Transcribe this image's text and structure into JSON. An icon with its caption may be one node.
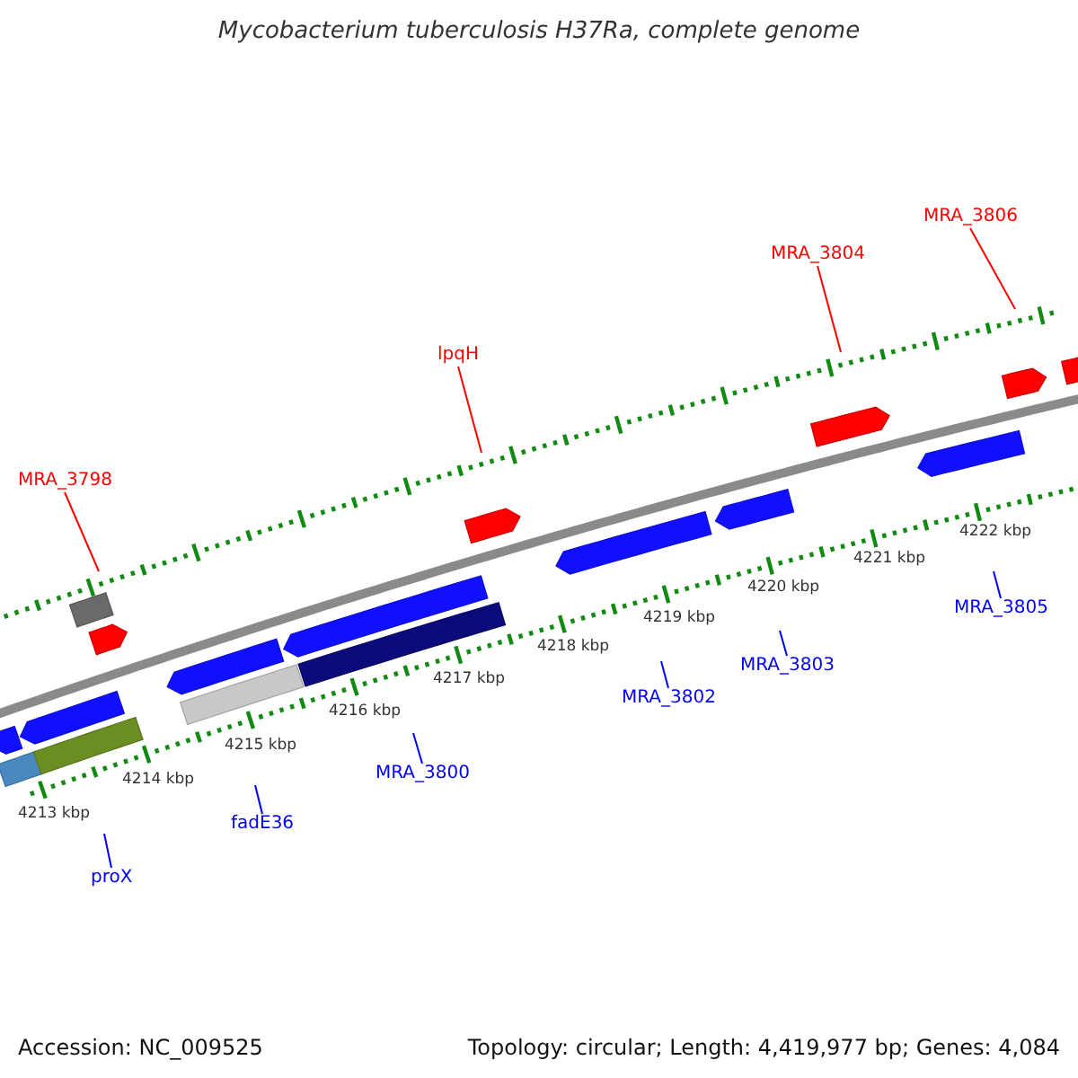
{
  "diagram": {
    "title": "Mycobacterium tuberculosis H37Ra, complete genome",
    "nodes": [
      {
        "text": [
          "MRA_3798"
        ]
      },
      {
        "text": [
          "lpqH"
        ]
      },
      {
        "text": [
          "MRA_3804"
        ]
      },
      {
        "text": [
          "MRA_3806"
        ]
      },
      {
        "text": [
          "proX"
        ]
      },
      {
        "text": [
          "fadE36"
        ]
      },
      {
        "text": [
          "MRA_3800"
        ]
      },
      {
        "text": [
          "MRA_3802"
        ]
      },
      {
        "text": [
          "MRA_3803"
        ]
      },
      {
        "text": [
          "MRA_3805"
        ]
      }
    ],
    "edges": [
      {
        "from": 0,
        "to": null,
        "arrow": "none",
        "color": "#ff0000"
      },
      {
        "from": 1,
        "to": null,
        "arrow": "none",
        "color": "#ff0000"
      },
      {
        "from": 2,
        "to": null,
        "arrow": "none",
        "color": "#ff0000"
      },
      {
        "from": 3,
        "to": null,
        "arrow": "none",
        "color": "#ff0000"
      },
      {
        "from": 4,
        "to": null,
        "arrow": "none"
      },
      {
        "from": 5,
        "to": null,
        "arrow": "none"
      },
      {
        "from": 6,
        "to": null,
        "arrow": "none"
      },
      {
        "from": 7,
        "to": null,
        "arrow": "none"
      },
      {
        "from": 8,
        "to": null,
        "arrow": "none"
      },
      {
        "from": 9,
        "to": null,
        "arrow": "none"
      }
    ],
    "labels": [
      "4213 kbp",
      "4214 kbp",
      "4215 kbp",
      "4216 kbp",
      "4217 kbp",
      "4218 kbp",
      "4219 kbp",
      "4220 kbp",
      "4221 kbp",
      "4222 kbp",
      "Accession: NC_009525",
      "Topology: circular; Length: 4,419,977 bp; Genes: 4,084"
    ]
  }
}
